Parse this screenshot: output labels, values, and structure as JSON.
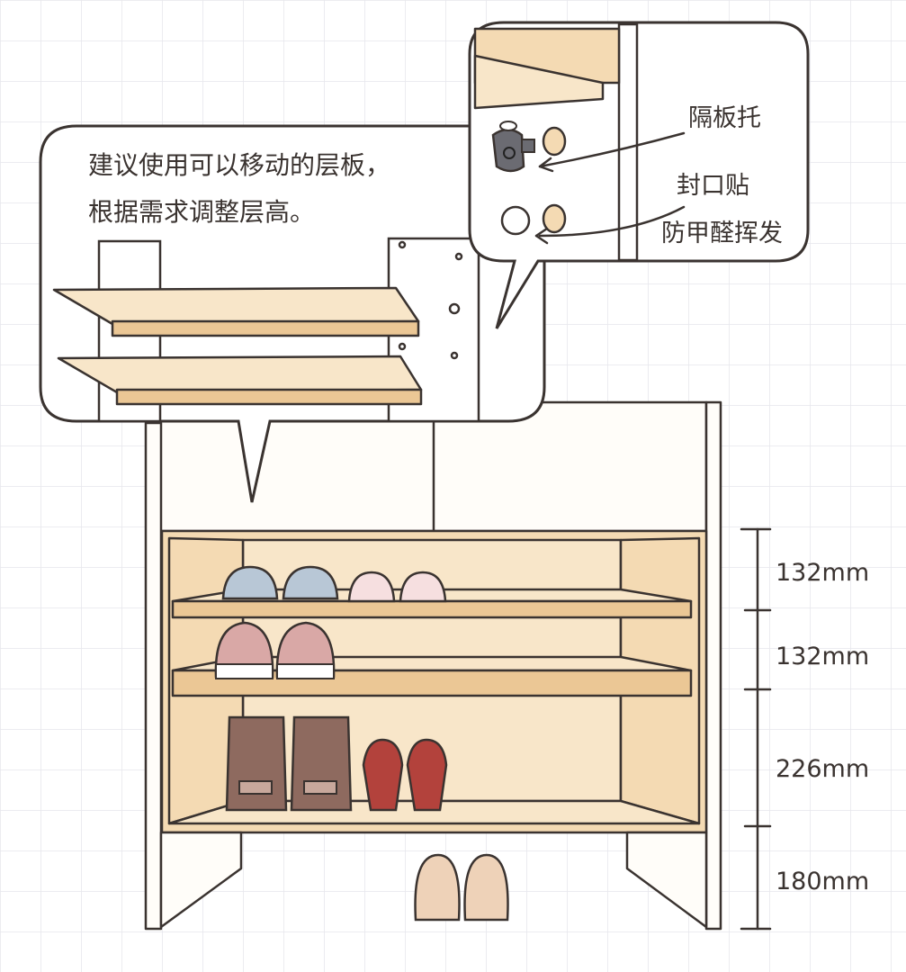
{
  "callout_left": {
    "line1": "建议使用可以移动的层板，",
    "line2": "根据需求调整层高。"
  },
  "callout_right": {
    "shelf_support_label": "隔板托",
    "seal_label_line1": "封口贴",
    "seal_label_line2": "防甲醛挥发"
  },
  "dimensions": [
    "132mm",
    "132mm",
    "226mm",
    "180mm"
  ],
  "colors": {
    "wood": "#f4dab3",
    "outline": "#3a3330",
    "grid": "#e6e6ec"
  }
}
